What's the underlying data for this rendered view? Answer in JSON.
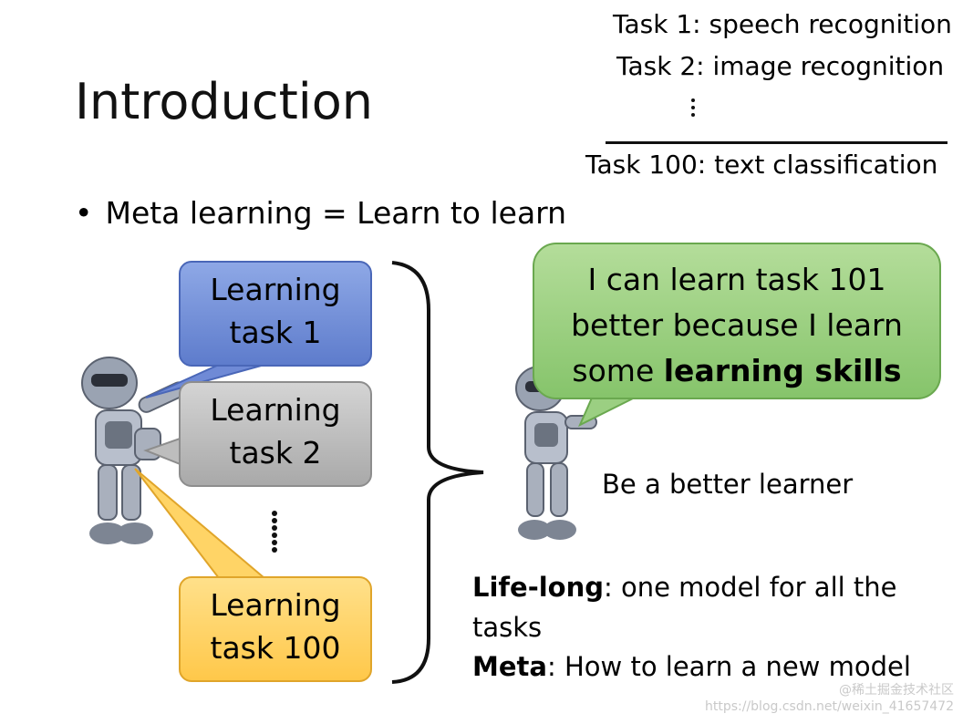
{
  "slide": {
    "title": "Introduction",
    "tasks": {
      "task1": "Task 1: speech recognition",
      "task2": "Task 2: image recognition",
      "task100": "Task 100: text classification"
    },
    "bullet": "Meta learning = Learn to learn",
    "boxes": {
      "blue": [
        "Learning",
        "task 1"
      ],
      "gray": [
        "Learning",
        "task 2"
      ],
      "yellow": [
        "Learning",
        "task 100"
      ]
    },
    "speech": {
      "line1": "I can learn task 101",
      "line2": "better because I learn",
      "line3_prefix": "some ",
      "line3_bold": "learning skills"
    },
    "better_learner": "Be a better learner",
    "lifelong": {
      "bold": "Life-long",
      "rest": ": one model for all the tasks"
    },
    "meta": {
      "bold": "Meta",
      "rest": ": How to learn a new model"
    },
    "watermark": {
      "line1": "@稀土掘金技术社区",
      "line2": "https://blog.csdn.net/weixin_41657472"
    },
    "colors": {
      "blue_box": "#6f8ad6",
      "gray_box": "#bdbdbd",
      "yellow_box": "#ffd466",
      "green_bubble": "#9bcf82"
    }
  }
}
